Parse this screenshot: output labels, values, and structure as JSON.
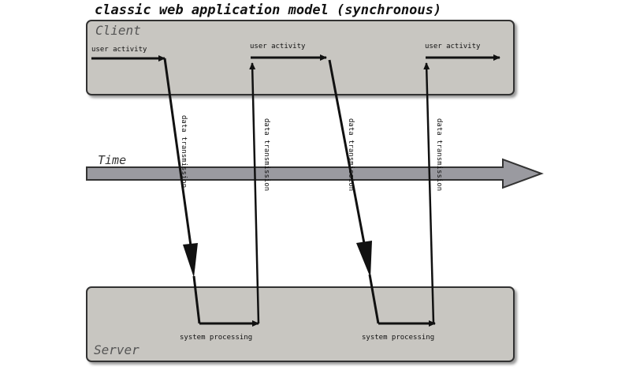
{
  "title": "classic web application model (synchronous)",
  "client_label": "Client",
  "server_label": "Server",
  "time_label": "Time",
  "user_activity_label": "user activity",
  "system_processing_label": "system processing",
  "data_transmission_label": "data transmission",
  "colors": {
    "panel_fill": "#c8c6c1",
    "panel_stroke": "#333333",
    "time_arrow_fill": "#9a9aa0",
    "line": "#111111",
    "background": "#ffffff"
  }
}
